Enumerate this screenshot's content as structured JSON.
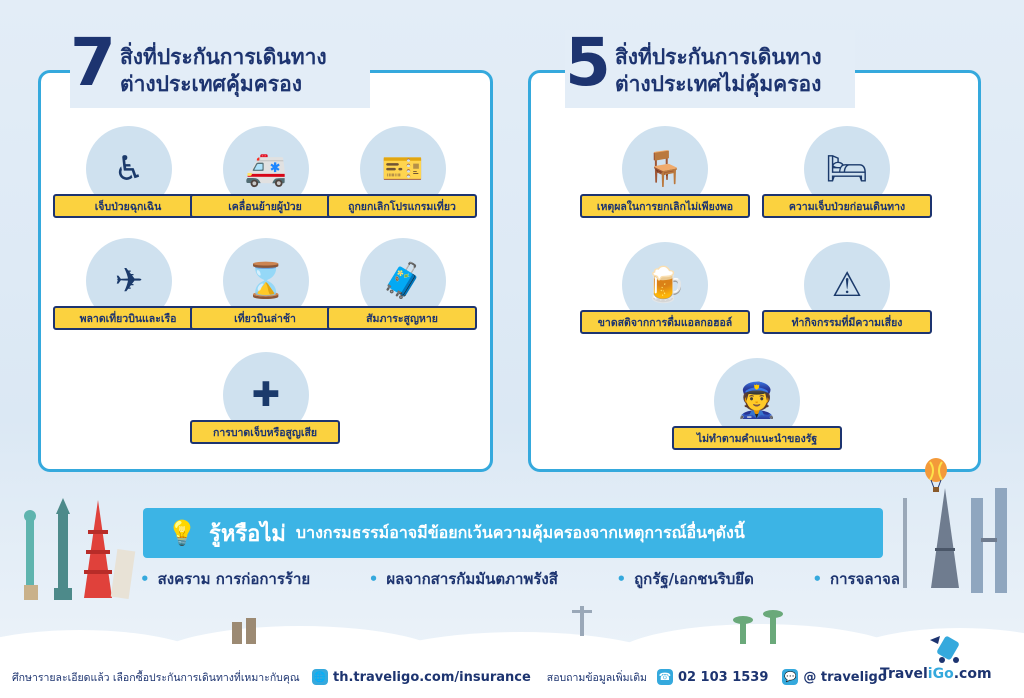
{
  "left_panel": {
    "number": "7",
    "title_line1": "สิ่งที่ประกันการเดินทาง",
    "title_line2": "ต่างประเทศคุ้มครอง",
    "items": [
      {
        "label": "เจ็บป่วยฉุกเฉิน",
        "icon": "wheelchair-icon",
        "glyph": "♿"
      },
      {
        "label": "เคลื่อนย้ายผู้ป่วย",
        "icon": "ambulance-icon",
        "glyph": "🚑"
      },
      {
        "label": "ถูกยกเลิกโปรแกรมเที่ยว",
        "icon": "cancelled-ticket-icon",
        "glyph": "🎫"
      },
      {
        "label": "พลาดเที่ยวบินและเรือ",
        "icon": "plane-ship-icon",
        "glyph": "✈"
      },
      {
        "label": "เที่ยวบินล่าช้า",
        "icon": "waiting-traveler-icon",
        "glyph": "⌛"
      },
      {
        "label": "สัมภาระสูญหาย",
        "icon": "luggage-icon",
        "glyph": "🧳"
      },
      {
        "label": "การบาดเจ็บหรือสูญเสีย",
        "icon": "injury-icon",
        "glyph": "✚"
      }
    ]
  },
  "right_panel": {
    "number": "5",
    "title_line1": "สิ่งที่ประกันการเดินทาง",
    "title_line2": "ต่างประเทศไม่คุ้มครอง",
    "items": [
      {
        "label": "เหตุผลในการยกเลิกไม่เพียงพอ",
        "icon": "seated-traveler-icon",
        "glyph": "🪑"
      },
      {
        "label": "ความเจ็บป่วยก่อนเดินทาง",
        "icon": "hospital-bed-icon",
        "glyph": "🛏"
      },
      {
        "label": "ขาดสติจากการดื่มแอลกอฮอล์",
        "icon": "drunk-person-icon",
        "glyph": "🍺"
      },
      {
        "label": "ทำกิจกรรมที่มีความเสี่ยง",
        "icon": "bungee-jump-icon",
        "glyph": "⚠"
      },
      {
        "label": "ไม่ทำตามคำแนะนำของรัฐ",
        "icon": "officer-icon",
        "glyph": "👮"
      }
    ]
  },
  "info": {
    "title": "รู้หรือไม่",
    "text": "บางกรมธรรม์อาจมีข้อยกเว้นความคุ้มครองจากเหตุการณ์อื่นๆดังนี้",
    "icon": "lightbulb-icon"
  },
  "exclusions": [
    "สงคราม การก่อการร้าย",
    "ผลจากสารกัมมันตภาพรังสี",
    "ถูกรัฐ/เอกชนริบยึด",
    "การจลาจล"
  ],
  "footer": {
    "note": "ศึกษารายละเอียดแล้ว เลือกซื้อประกันการเดินทางที่เหมาะกับคุณ",
    "url": "th.traveligo.com/insurance",
    "contact_label": "สอบถามข้อมูลเพิ่มเติม",
    "phone": "02 103 1539",
    "line": "@ traveligo"
  },
  "brand": {
    "name_a": "Travel",
    "name_b": "iGo",
    "name_c": ".com"
  },
  "colors": {
    "accent": "#35a9dd",
    "navy": "#1d3470",
    "label_yellow": "#fbd23f",
    "background": "#dde9f4"
  }
}
